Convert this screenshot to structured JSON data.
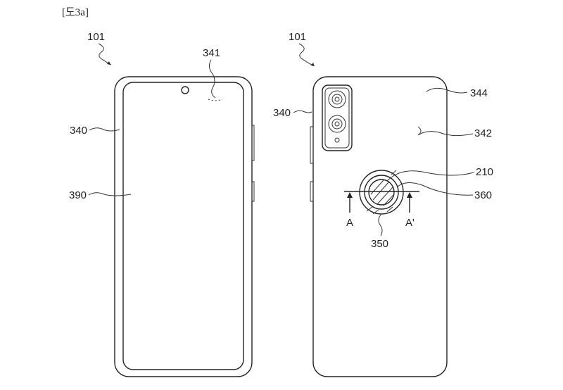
{
  "figure_label": "[도3a]",
  "front_view": {
    "device_ref": "101",
    "labels": {
      "camera_hole": "341",
      "side_frame": "340",
      "display": "390"
    }
  },
  "rear_view": {
    "device_ref": "101",
    "labels": {
      "side_frame": "340",
      "rear_plate": "344",
      "rear_surface": "342",
      "sensor": "210",
      "ring": "360",
      "window": "350",
      "section_a": "A",
      "section_a_prime": "A'"
    }
  }
}
